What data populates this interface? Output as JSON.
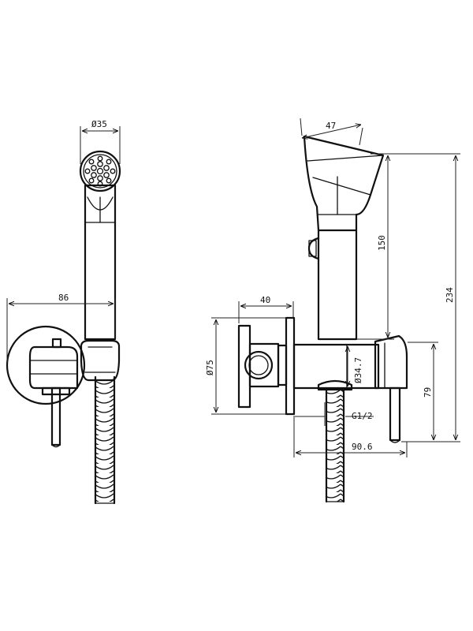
{
  "dimensions": {
    "spray_head_diameter": "Ø35",
    "hose_reach_width": "86",
    "head_depth": "47",
    "handle_length": "150",
    "total_height": "234",
    "valve_depth": "40",
    "flange_diameter": "Ø75",
    "body_diameter": "Ø34.7",
    "thread": "G1/2",
    "outlet_height": "79",
    "projection": "90.6"
  }
}
